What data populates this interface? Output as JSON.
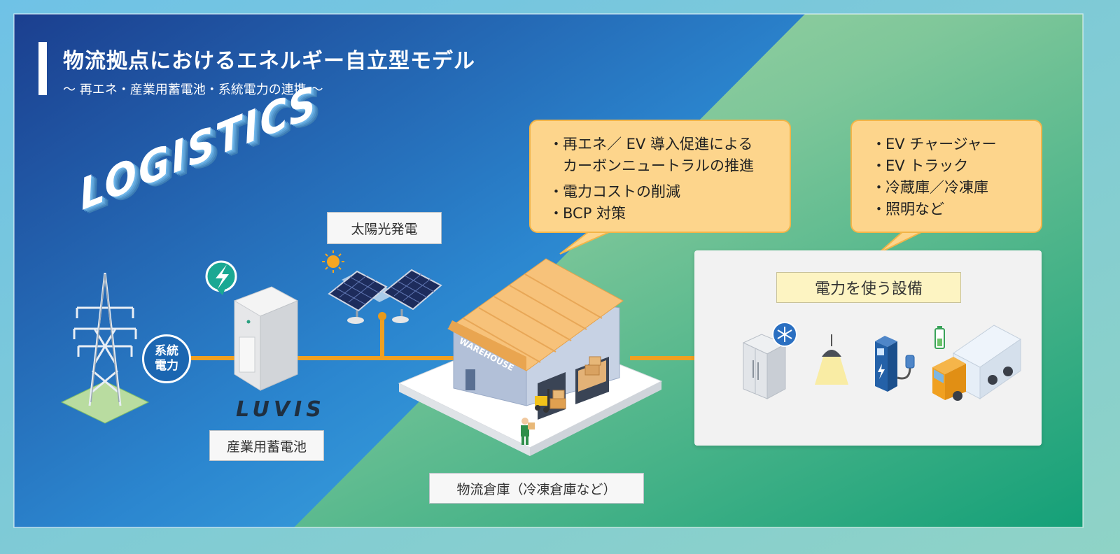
{
  "title": "物流拠点におけるエネルギー自立型モデル",
  "subtitle": "～ 再エネ・産業用蓄電池・系統電力の連携 ～",
  "logistics_text": "LOGISTICS",
  "grid_badge": {
    "line1": "系統",
    "line2": "電力"
  },
  "battery_brand": "LUVIS",
  "labels": {
    "battery": "産業用蓄電池",
    "solar": "太陽光発電",
    "warehouse": "物流倉庫（冷凍倉庫など）",
    "warehouse_sign": "WAREHOUSE"
  },
  "bubble_warehouse": {
    "items": [
      {
        "bullet": "・",
        "text": "再エネ／ EV 導入促進による"
      },
      {
        "bullet": "",
        "text": "カーボンニュートラルの推進"
      },
      {
        "bullet": "・",
        "text": "電力コストの削減"
      },
      {
        "bullet": "・",
        "text": "BCP 対策"
      }
    ]
  },
  "bubble_equipment": {
    "items": [
      {
        "bullet": "・",
        "text": "EV チャージャー"
      },
      {
        "bullet": "・",
        "text": "EV トラック"
      },
      {
        "bullet": "・",
        "text": "冷蔵庫／冷凍庫"
      },
      {
        "bullet": "・",
        "text": "照明など"
      }
    ]
  },
  "equipment_panel": {
    "title": "電力を使う設備"
  },
  "colors": {
    "bg_blue_dark": "#1b3f8f",
    "bg_blue_light": "#45b9ec",
    "bg_green_light": "#a7d7a3",
    "bg_green_dark": "#14a078",
    "power_line": "#f0a020",
    "bubble_fill": "#fdd58c",
    "badge_blue": "#1b66b1"
  },
  "icons": [
    "power-tower-icon",
    "lightning-icon",
    "sun-icon",
    "solar-panel-icon",
    "battery-cabinet-icon",
    "warehouse-icon",
    "forklift-icon",
    "worker-icon",
    "freezer-icon",
    "snowflake-icon",
    "ceiling-lamp-icon",
    "ev-charger-icon",
    "battery-level-icon",
    "truck-icon",
    "arrow-right-icon"
  ]
}
